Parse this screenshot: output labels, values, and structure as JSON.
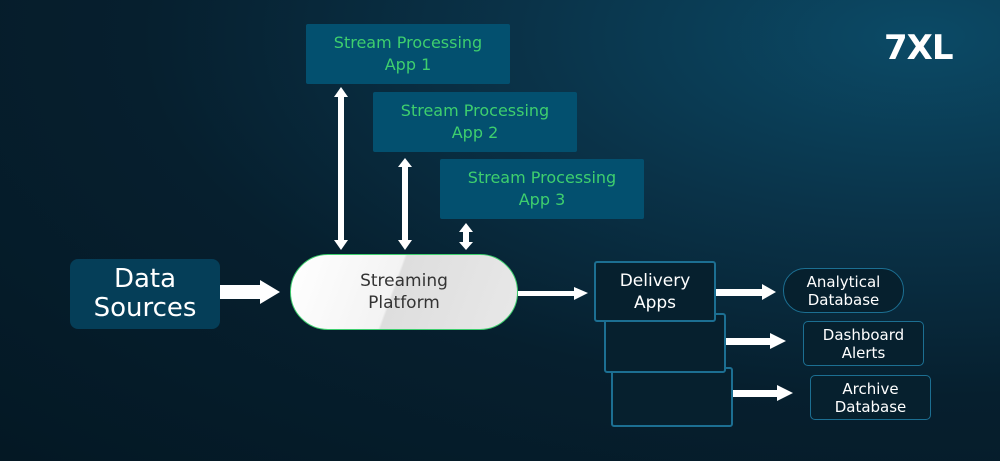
{
  "logo": {
    "text": "7XL"
  },
  "stream_apps": [
    {
      "line1": "Stream Processing",
      "line2": "App 1"
    },
    {
      "line1": "Stream Processing",
      "line2": "App 2"
    },
    {
      "line1": "Stream Processing",
      "line2": "App 3"
    }
  ],
  "data_sources": {
    "line1": "Data",
    "line2": "Sources"
  },
  "platform": {
    "line1": "Streaming",
    "line2": "Platform"
  },
  "delivery": {
    "line1": "Delivery",
    "line2": "Apps"
  },
  "outputs": [
    {
      "line1": "Analytical",
      "line2": "Database"
    },
    {
      "line1": "Dashboard",
      "line2": "Alerts"
    },
    {
      "line1": "Archive",
      "line2": "Database"
    }
  ],
  "colors": {
    "accent_green": "#3ecf6e",
    "box_blue": "#03506f",
    "border_blue": "#1c6f92"
  }
}
